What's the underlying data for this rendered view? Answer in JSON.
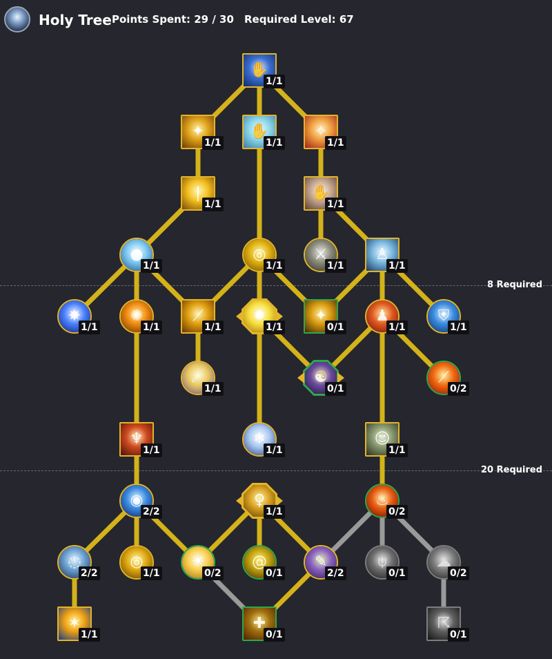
{
  "header": {
    "title": "Holy Tree",
    "points_spent": "Points Spent: 29 / 30",
    "required_level": "Required Level: 67",
    "spec_icon": "holy-priest-icon"
  },
  "gates": [
    {
      "label": "8 Required"
    },
    {
      "label": "20 Required"
    }
  ],
  "colors": {
    "background": "#26262e",
    "gold": "#e3b52a",
    "available": "#2fa84a",
    "locked": "#8b8b90",
    "active_link": "#d4b21a",
    "inactive_link": "#9a9a9a"
  },
  "nodes": [
    {
      "id": "n1",
      "rank": "1/1",
      "shape": "square",
      "state": "selected",
      "icon": "praying-hand-light-icon",
      "palette": [
        "#d8eaff",
        "#3c6fd0",
        "#0d2a6a"
      ]
    },
    {
      "id": "n2",
      "rank": "1/1",
      "shape": "square",
      "state": "selected",
      "icon": "golden-sparkle-icon",
      "palette": [
        "#fff4b0",
        "#e0a21a",
        "#6a3a08"
      ]
    },
    {
      "id": "n3",
      "rank": "1/1",
      "shape": "square",
      "state": "selected",
      "icon": "open-palm-light-icon",
      "palette": [
        "#eefcff",
        "#8fd8e8",
        "#3a7ca8"
      ]
    },
    {
      "id": "n4",
      "rank": "1/1",
      "shape": "square",
      "state": "selected",
      "icon": "holy-beam-icon",
      "palette": [
        "#fff2c8",
        "#f0a040",
        "#a0201a"
      ]
    },
    {
      "id": "n5",
      "rank": "1/1",
      "shape": "square",
      "state": "selected",
      "icon": "radiant-pillar-icon",
      "palette": [
        "#fff8c0",
        "#f4c020",
        "#7a4a06"
      ]
    },
    {
      "id": "n6",
      "rank": "1/1",
      "shape": "square",
      "state": "selected",
      "icon": "blessing-hand-icon",
      "palette": [
        "#fff4ea",
        "#c8a890",
        "#5a4034"
      ]
    },
    {
      "id": "n7",
      "rank": "1/1",
      "shape": "circle",
      "state": "selected",
      "icon": "holy-orb-icon",
      "palette": [
        "#ffffff",
        "#7ec8f0",
        "#1a4a8a"
      ]
    },
    {
      "id": "n8",
      "rank": "1/1",
      "shape": "circle",
      "state": "selected",
      "icon": "golden-swirl-icon",
      "palette": [
        "#fff6a8",
        "#e0b010",
        "#6a4a00"
      ]
    },
    {
      "id": "n9",
      "rank": "1/1",
      "shape": "circle",
      "state": "selected",
      "icon": "silver-blade-icon",
      "palette": [
        "#e8e8e8",
        "#8a8a7a",
        "#2a2a22"
      ]
    },
    {
      "id": "n10",
      "rank": "1/1",
      "shape": "square",
      "state": "selected",
      "icon": "hooded-priest-icon",
      "palette": [
        "#f4fbff",
        "#7ab8e0",
        "#1a3a60"
      ]
    },
    {
      "id": "n11",
      "rank": "1/1",
      "shape": "circle",
      "state": "selected",
      "icon": "blue-starburst-icon",
      "palette": [
        "#ffffff",
        "#4a80ff",
        "#0a1a6a"
      ]
    },
    {
      "id": "n12",
      "rank": "1/1",
      "shape": "circle",
      "state": "selected",
      "icon": "fiery-flare-icon",
      "palette": [
        "#fff0a0",
        "#f08a10",
        "#5a2a00"
      ]
    },
    {
      "id": "n13",
      "rank": "1/1",
      "shape": "square",
      "state": "selected",
      "icon": "golden-streak-icon",
      "palette": [
        "#fff4b8",
        "#e0a010",
        "#6a3400"
      ]
    },
    {
      "id": "n14",
      "rank": "1/1",
      "shape": "choice",
      "state": "selected",
      "icon": "light-burst-choice-icon",
      "palette": [
        "#ffffff",
        "#f8e040",
        "#a07000"
      ]
    },
    {
      "id": "n15",
      "rank": "0/1",
      "shape": "square",
      "state": "available",
      "icon": "divine-star-icon",
      "palette": [
        "#fff0a0",
        "#d89a10",
        "#3a2a08"
      ]
    },
    {
      "id": "n16",
      "rank": "1/1",
      "shape": "circle",
      "state": "selected",
      "icon": "red-ascension-icon",
      "palette": [
        "#ffe8a0",
        "#e05a20",
        "#6a0a0a"
      ]
    },
    {
      "id": "n17",
      "rank": "1/1",
      "shape": "circle",
      "state": "selected",
      "icon": "blue-ward-icon",
      "palette": [
        "#e0f4ff",
        "#3a8ae0",
        "#0a2a5a"
      ]
    },
    {
      "id": "n18",
      "rank": "1/1",
      "shape": "circle",
      "state": "selected",
      "icon": "light-wisp-icon",
      "palette": [
        "#fffbe0",
        "#e8c860",
        "#6a4a90"
      ]
    },
    {
      "id": "n19",
      "rank": "0/1",
      "shape": "choice",
      "state": "available",
      "icon": "split-figure-choice-icon",
      "palette": [
        "#f8f0a0",
        "#6a4aa0",
        "#1a1030"
      ]
    },
    {
      "id": "n20",
      "rank": "0/2",
      "shape": "circle",
      "state": "available",
      "icon": "flaming-stripe-icon",
      "palette": [
        "#fff0a0",
        "#f06a10",
        "#8a0a0a"
      ]
    },
    {
      "id": "n21",
      "rank": "1/1",
      "shape": "square",
      "state": "selected",
      "icon": "horned-rune-icon",
      "palette": [
        "#fff0c0",
        "#d04a20",
        "#4a1008"
      ]
    },
    {
      "id": "n22",
      "rank": "1/1",
      "shape": "circle",
      "state": "selected",
      "icon": "ice-shatter-icon",
      "palette": [
        "#ffffff",
        "#a8c8f0",
        "#2a3a7a"
      ]
    },
    {
      "id": "n23",
      "rank": "1/1",
      "shape": "square",
      "state": "selected",
      "icon": "spirit-guardian-icon",
      "palette": [
        "#e8f0d8",
        "#8a9a70",
        "#2a3020"
      ]
    },
    {
      "id": "n24",
      "rank": "2/2",
      "shape": "circle",
      "state": "selected",
      "icon": "bubble-shield-icon",
      "palette": [
        "#dff4ff",
        "#3a8ae0",
        "#0a1a5a"
      ]
    },
    {
      "id": "n25",
      "rank": "1/1",
      "shape": "choice",
      "state": "selected",
      "icon": "winged-figure-choice-icon",
      "palette": [
        "#fff4b0",
        "#d8a020",
        "#5a3a00"
      ]
    },
    {
      "id": "n26",
      "rank": "0/2",
      "shape": "circle",
      "state": "available",
      "icon": "flame-wave-icon",
      "palette": [
        "#fff0b0",
        "#e85a10",
        "#5a0a00"
      ]
    },
    {
      "id": "n27",
      "rank": "2/2",
      "shape": "circle",
      "state": "selected",
      "icon": "wind-swirl-icon",
      "palette": [
        "#e8f4ff",
        "#6aa0d0",
        "#1a2a4a"
      ]
    },
    {
      "id": "n28",
      "rank": "1/1",
      "shape": "circle",
      "state": "selected",
      "icon": "golden-ring-icon",
      "palette": [
        "#fff8b0",
        "#e0a810",
        "#5a3a00"
      ]
    },
    {
      "id": "n29",
      "rank": "0/2",
      "shape": "circle",
      "state": "available",
      "icon": "sun-flare-icon",
      "palette": [
        "#ffffff",
        "#f8d050",
        "#a06a10"
      ]
    },
    {
      "id": "n30",
      "rank": "0/1",
      "shape": "circle",
      "state": "available",
      "icon": "spiral-gold-icon",
      "palette": [
        "#fff070",
        "#c0a010",
        "#3a2a00"
      ]
    },
    {
      "id": "n31",
      "rank": "2/2",
      "shape": "circle",
      "state": "selected",
      "icon": "tome-reader-icon",
      "palette": [
        "#e0f0b0",
        "#8a60c0",
        "#2a1a40"
      ]
    },
    {
      "id": "n32",
      "rank": "0/1",
      "shape": "circle",
      "state": "locked",
      "icon": "rune-sigil-icon",
      "palette": [
        "#ffffff",
        "#7a7a7a",
        "#1a1a1a"
      ]
    },
    {
      "id": "n33",
      "rank": "0/2",
      "shape": "circle",
      "state": "locked",
      "icon": "smoke-orb-icon",
      "palette": [
        "#ffffff",
        "#8a8a8a",
        "#202020"
      ]
    },
    {
      "id": "n34",
      "rank": "1/1",
      "shape": "square",
      "state": "selected",
      "icon": "starfall-icon",
      "palette": [
        "#fff6a0",
        "#f0a010",
        "#1a3a8a"
      ]
    },
    {
      "id": "n35",
      "rank": "0/1",
      "shape": "square",
      "state": "available",
      "icon": "holy-cross-shield-icon",
      "palette": [
        "#f8e080",
        "#a07010",
        "#4a2000"
      ]
    },
    {
      "id": "n36",
      "rank": "0/1",
      "shape": "square",
      "state": "locked",
      "icon": "gray-storm-icon",
      "palette": [
        "#ffffff",
        "#6a6a6a",
        "#151515"
      ]
    }
  ]
}
